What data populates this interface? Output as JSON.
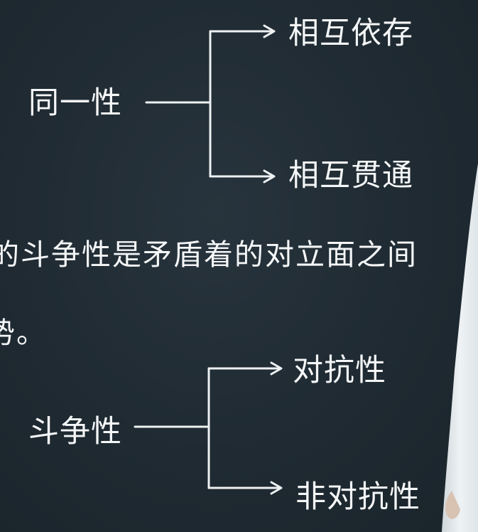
{
  "diagram": {
    "identity": {
      "root": "同一性",
      "branches": [
        "相互依存",
        "相互贯通"
      ]
    },
    "sentence": {
      "line1": "的斗争性是矛盾着的对立面之间",
      "line2": "势。"
    },
    "struggle": {
      "root": "斗争性",
      "branches": [
        "对抗性",
        "非对抗性"
      ]
    }
  },
  "colors": {
    "background": "#1f2a32",
    "text": "#f4f6f7",
    "lines": "#eef1f2"
  },
  "icons": [
    "arrow-right-icon"
  ]
}
